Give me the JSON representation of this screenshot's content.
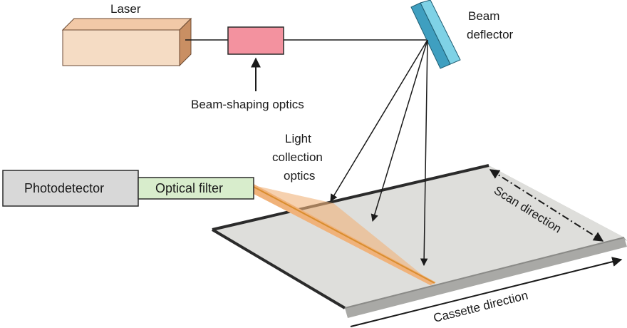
{
  "labels": {
    "laser": "Laser",
    "beam_line1": "Beam",
    "beam_line2": "deflector",
    "beam_shaping": "Beam-shaping optics",
    "light_line1": "Light",
    "light_line2": "collection",
    "light_line3": "optics",
    "photodetector": "Photodetector",
    "optical_filter": "Optical filter",
    "scan_direction": "Scan direction",
    "cassette_direction": "Cassette direction"
  },
  "colors": {
    "laser_top": "#f2c9a7",
    "laser_front": "#f5dcc4",
    "laser_side": "#c98f63",
    "shaping_optics": "#f3929f",
    "deflector_face": "#7fd2e6",
    "deflector_edge": "#3f9fc0",
    "photodetector": "#d8d8d8",
    "optical_filter": "#d8edcc",
    "collection_optics": "#f0b27a",
    "collection_optics_edge": "#d98d2e",
    "plate": "#dededb",
    "plate_edge": "#2b2b2b",
    "plate_side": "#a9a9a6"
  }
}
